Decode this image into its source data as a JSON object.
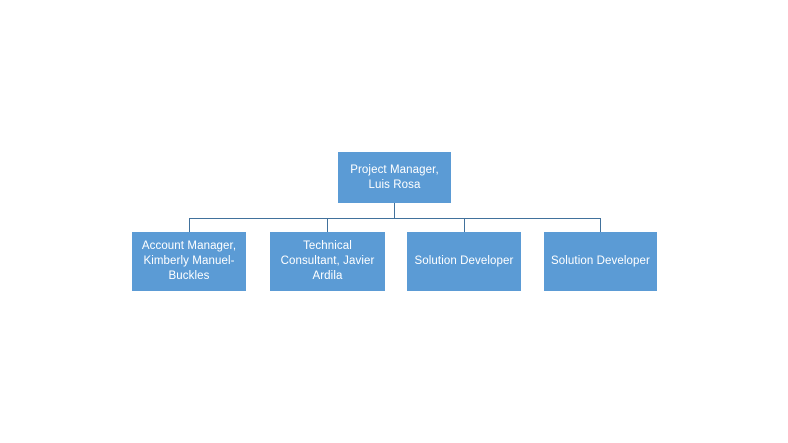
{
  "chart_data": {
    "type": "diagram",
    "diagram_type": "organization-chart",
    "title": "",
    "orientation": "top-down",
    "node_fill_color": "#5B9BD5",
    "node_text_color": "#FFFFFF",
    "connector_color": "#41719C",
    "background_color": "#FFFFFF",
    "levels": 2,
    "nodes": [
      {
        "id": "root",
        "label": "Project Manager, Luis Rosa",
        "level": 0,
        "parent": null
      },
      {
        "id": "child1",
        "label": "Account Manager, Kimberly Manuel-Buckles",
        "level": 1,
        "parent": "root"
      },
      {
        "id": "child2",
        "label": "Technical Consultant, Javier Ardila",
        "level": 1,
        "parent": "root"
      },
      {
        "id": "child3",
        "label": "Solution Developer",
        "level": 1,
        "parent": "root"
      },
      {
        "id": "child4",
        "label": "Solution Developer",
        "level": 1,
        "parent": "root"
      }
    ],
    "edges": [
      {
        "from": "root",
        "to": "child1"
      },
      {
        "from": "root",
        "to": "child2"
      },
      {
        "from": "root",
        "to": "child3"
      },
      {
        "from": "root",
        "to": "child4"
      }
    ]
  },
  "org_chart": {
    "root": {
      "label": "Project Manager, Luis Rosa",
      "role": "Project Manager",
      "person": "Luis Rosa"
    },
    "children": [
      {
        "label": "Account Manager, Kimberly Manuel-Buckles",
        "role": "Account Manager",
        "person": "Kimberly Manuel-Buckles"
      },
      {
        "label": "Technical Consultant, Javier Ardila",
        "role": "Technical Consultant",
        "person": "Javier Ardila"
      },
      {
        "label": "Solution Developer",
        "role": "Solution Developer",
        "person": ""
      },
      {
        "label": "Solution Developer",
        "role": "Solution Developer",
        "person": ""
      }
    ]
  }
}
